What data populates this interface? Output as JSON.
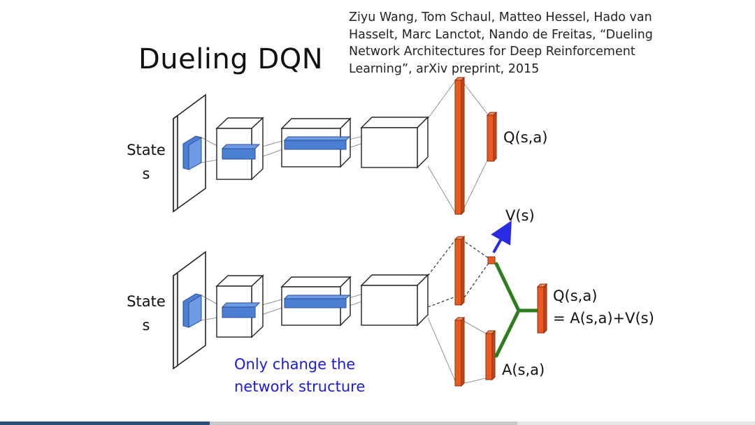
{
  "slide": {
    "title": "Dueling DQN",
    "citation_lines": [
      "Ziyu Wang, Tom Schaul, Matteo Hessel, Hado van",
      "Hasselt, Marc Lanctot, Nando de Freitas, “Dueling",
      "Network Architectures for Deep Reinforcement",
      "Learning”, arXiv preprint, 2015"
    ]
  },
  "top_network": {
    "input_label_line1": "State",
    "input_label_line2": "s",
    "output_label": "Q(s,a)"
  },
  "bottom_network": {
    "input_label_line1": "State",
    "input_label_line2": "s",
    "value_label": "V(s)",
    "advantage_label": "A(s,a)",
    "output_label_line1": "Q(s,a)",
    "output_label_line2": "= A(s,a)+V(s)",
    "note_line1": "Only change the",
    "note_line2": "network structure"
  },
  "colors": {
    "layer_fill": "#e85a22",
    "feature_fill": "#4a7fd4",
    "combine_line": "#2e7d1f",
    "value_arrow": "#2a2ae0",
    "note_text": "#1a1ae0"
  }
}
